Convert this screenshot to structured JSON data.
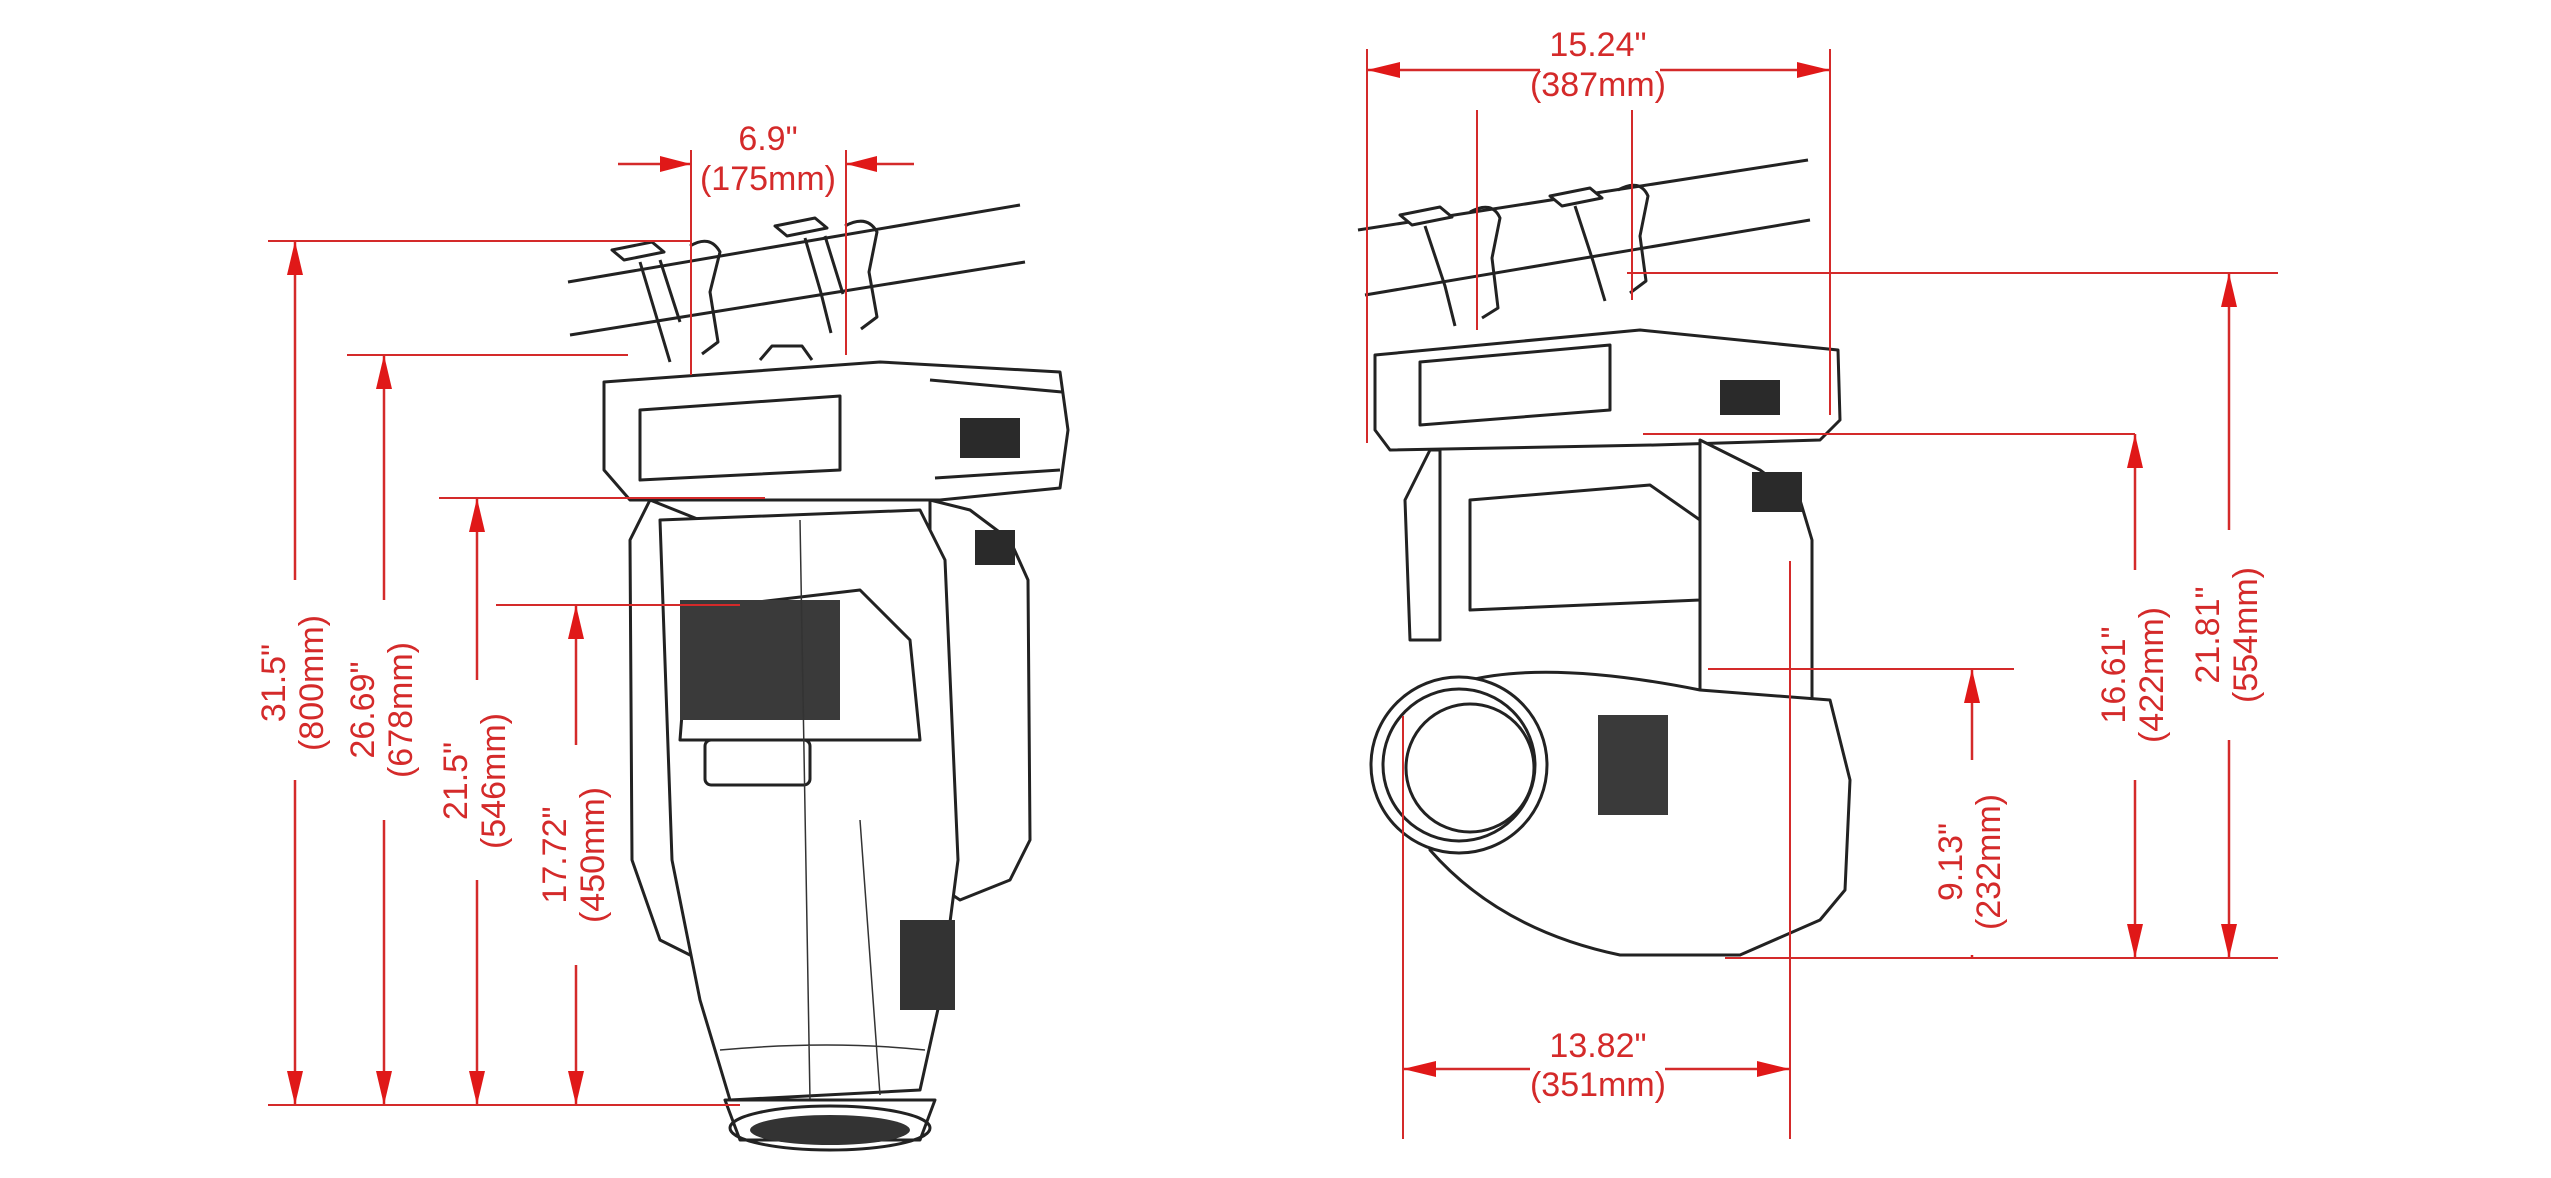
{
  "title": "Moving head fixture dimensions",
  "colors": {
    "dimension": "#d42a2a",
    "drawing": "#222222"
  },
  "front_view": {
    "clamp_spacing": {
      "inch": "6.9\"",
      "mm": "(175mm)"
    },
    "height_overall": {
      "inch": "31.5\"",
      "mm": "(800mm)"
    },
    "height_to_base": {
      "inch": "26.69\"",
      "mm": "(678mm)"
    },
    "height_to_yoke": {
      "inch": "21.5\"",
      "mm": "(546mm)"
    },
    "height_to_tilt_axis": {
      "inch": "17.72\"",
      "mm": "(450mm)"
    }
  },
  "side_view": {
    "base_width": {
      "inch": "15.24\"",
      "mm": "(387mm)"
    },
    "head_length": {
      "inch": "13.82\"",
      "mm": "(351mm)"
    },
    "tilt_axis_height": {
      "inch": "9.13\"",
      "mm": "(232mm)"
    },
    "height_below_base": {
      "inch": "16.61\"",
      "mm": "(422mm)"
    },
    "height_overall": {
      "inch": "21.81\"",
      "mm": "(554mm)"
    }
  }
}
